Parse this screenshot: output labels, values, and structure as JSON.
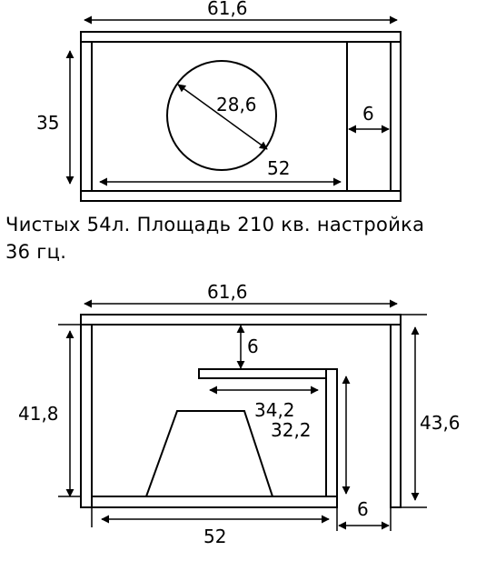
{
  "top_view": {
    "width_label": "61,6",
    "height_label": "35",
    "diameter_label": "28,6",
    "inner_width_label": "52",
    "port_width_label": "6"
  },
  "caption": {
    "line1": "Чистых 54л. Площадь 210 кв. настройка",
    "line2": "36 гц."
  },
  "side_view": {
    "width_label": "61,6",
    "port_gap_label": "6",
    "shelf_length_label": "34,2",
    "inner_height_left_label": "41,8",
    "inner_height_right_label": "32,2",
    "outer_height_label": "43,6",
    "bottom_width_label": "52",
    "bottom_port_label": "6"
  }
}
